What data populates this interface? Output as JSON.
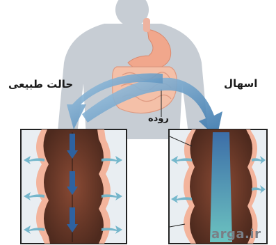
{
  "labels": {
    "normal": "حالت طبیعی",
    "diarrhea": "اسهال",
    "intestine": "روده"
  },
  "watermark": "arga.ir",
  "colors": {
    "silhouette": "#c7cdd4",
    "intestine_pink": "#f1b49a",
    "intestine_tissue": "#6b3a2a",
    "arrow_blue": "#3f80b8",
    "water_arrow": "#6fb4c9",
    "frame": "#222222"
  }
}
